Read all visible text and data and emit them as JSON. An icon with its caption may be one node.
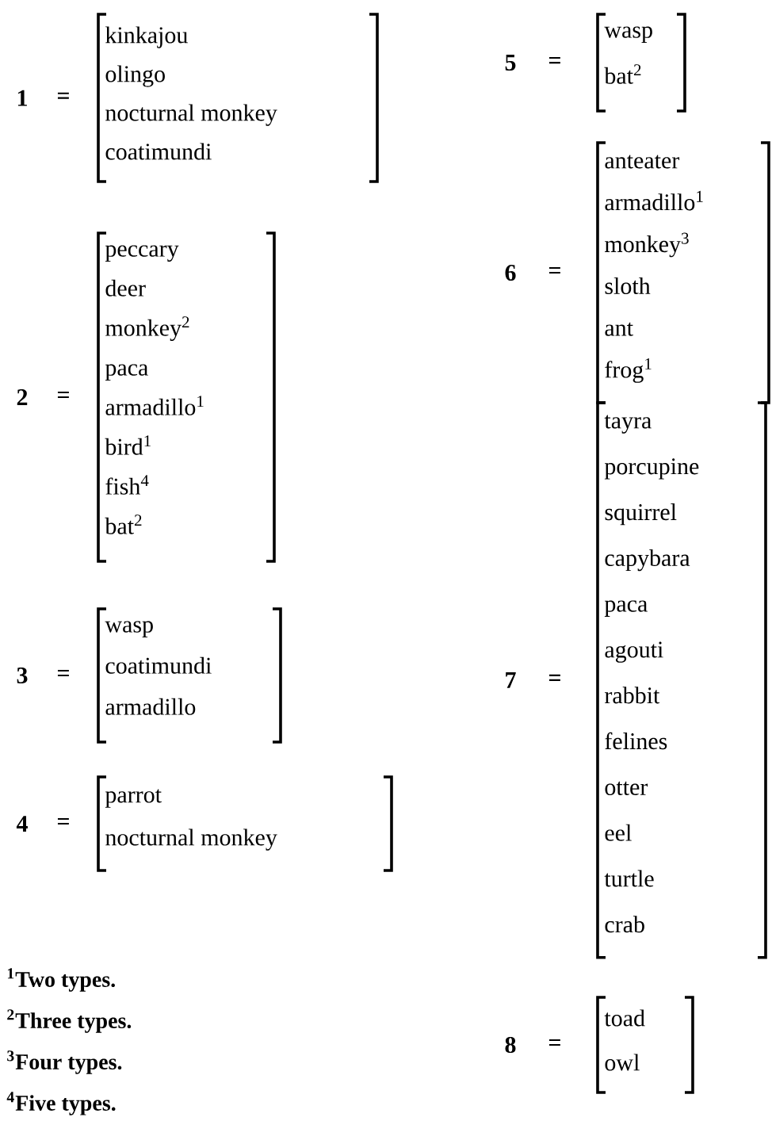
{
  "diagram": {
    "nodes": [
      {
        "text": [
          "kinkajou",
          "olingo",
          "nocturnal monkey",
          "coatimundi"
        ],
        "beside": [
          "1",
          "="
        ]
      },
      {
        "text": [
          "peccary",
          "deer",
          "monkey$^{2}$",
          "paca",
          "armadillo$^{1}$",
          "bird$^{1}$",
          "fish$^{4}$",
          "bat$^{2}$"
        ],
        "beside": [
          "2",
          "="
        ]
      },
      {
        "text": [
          "wasp",
          "coatimundi",
          "armadillo"
        ],
        "beside": [
          "3",
          "="
        ]
      },
      {
        "text": [
          "parrot",
          "nocturnal monkey"
        ],
        "beside": [
          "4",
          "="
        ]
      },
      {
        "text": [
          "wasp",
          "bat$^{2}$"
        ],
        "beside": [
          "5",
          "="
        ]
      },
      {
        "text": [
          "anteater",
          "armadillo$^{1}$",
          "monkey$^{3}$",
          "sloth",
          "ant",
          "frog$^{1}$"
        ],
        "beside": [
          "6",
          "="
        ]
      },
      {
        "text": [
          "tayra",
          "porcupine",
          "squirrel",
          "capybara",
          "paca",
          "agouti",
          "rabbit",
          "felines",
          "otter",
          "eel",
          "turtle",
          "crab"
        ],
        "beside": [
          "7",
          "="
        ]
      },
      {
        "text": [
          "toad",
          "owl"
        ],
        "beside": [
          "8",
          "="
        ]
      }
    ],
    "labels": [
      "$^{1}$Two types.",
      "$^{2}$Three types.",
      "$^{3}$Four types.",
      "$^{4}$Five types."
    ]
  }
}
